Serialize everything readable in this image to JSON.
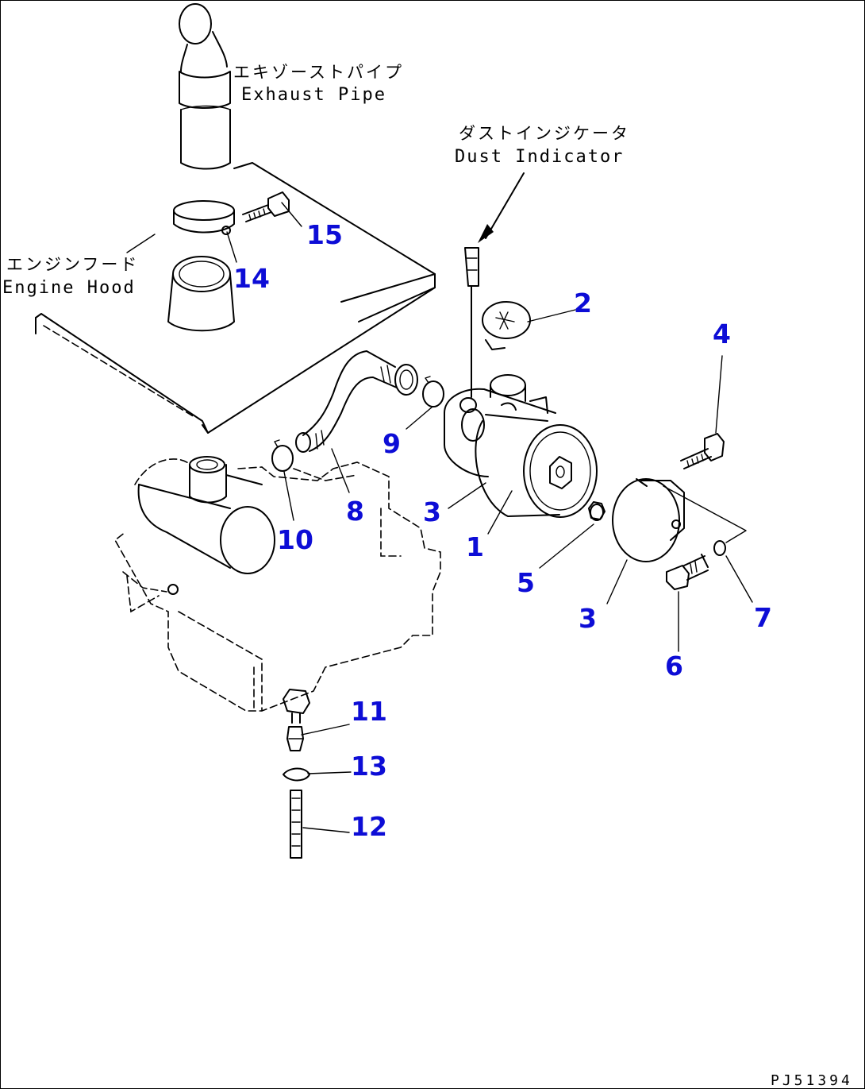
{
  "drawing": {
    "labels": {
      "exhaust_pipe_jp": "エキゾーストパイプ",
      "exhaust_pipe_en": "Exhaust Pipe",
      "dust_indicator_jp": "ダストインジケータ",
      "dust_indicator_en": "Dust Indicator",
      "engine_hood_jp": "エンジンフード",
      "engine_hood_en": "Engine Hood"
    },
    "callouts": {
      "n1": "1",
      "n2": "2",
      "n3a": "3",
      "n3b": "3",
      "n4": "4",
      "n5": "5",
      "n6": "6",
      "n7": "7",
      "n8": "8",
      "n9": "9",
      "n10": "10",
      "n11": "11",
      "n12": "12",
      "n13": "13",
      "n14": "14",
      "n15": "15"
    },
    "drawing_code": "PJ51394",
    "callout_color": "#0d0dd6",
    "line_color": "#000000"
  }
}
